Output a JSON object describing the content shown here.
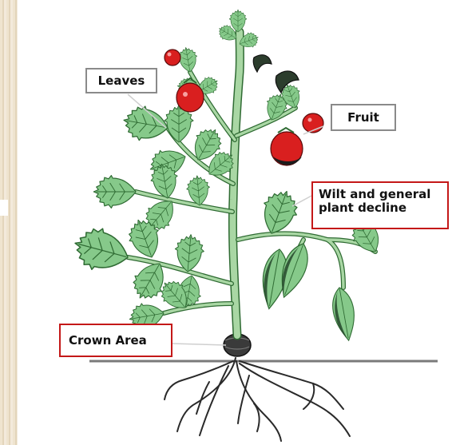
{
  "labels": {
    "leaves": "Leaves",
    "fruit": "Fruit",
    "wilt": "Wilt and general plant decline",
    "wilt_line1": "Wilt and general",
    "wilt_line2": "plant decline",
    "crown": "Crown Area"
  },
  "colors": {
    "leaf_fill": "#86c98a",
    "leaf_vein": "#2f6b33",
    "stem": "#a9d7a4",
    "fruit_red": "#d91f1f",
    "crown_dark": "#3a3a3a",
    "soil_line": "#7a7a7a",
    "gray_border": "#8a8a8a",
    "red_border": "#c41818"
  }
}
